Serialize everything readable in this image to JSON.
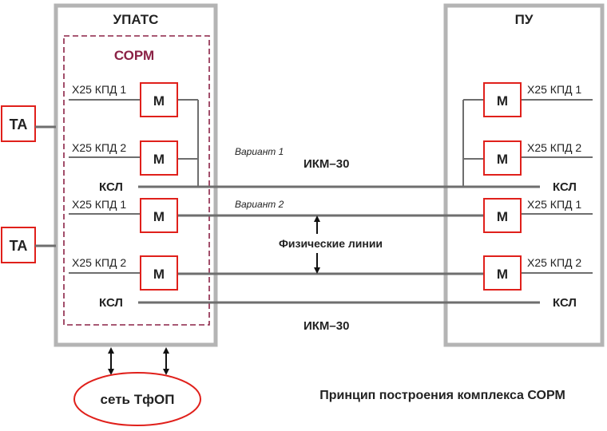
{
  "upats": {
    "title": "УПАТС"
  },
  "pu": {
    "title": "ПУ"
  },
  "sorm": {
    "title": "СОРМ"
  },
  "ta_label": "ТА",
  "modem_label": "М",
  "channels": {
    "x25_1": "X25 КПД 1",
    "x25_2": "X25 КПД 2",
    "ksl": "КСЛ"
  },
  "variant1": "Вариант 1",
  "variant2": "Вариант 2",
  "ikm": "ИКМ–30",
  "physical_lines": "Физические линии",
  "pstn": "сеть ТфОП",
  "caption": "Принцип построения комплекса СОРМ",
  "colors": {
    "box": "#b4b4b4",
    "line": "#6e6e6e",
    "red": "#e0201b",
    "sorm_border": "#8b2246"
  }
}
